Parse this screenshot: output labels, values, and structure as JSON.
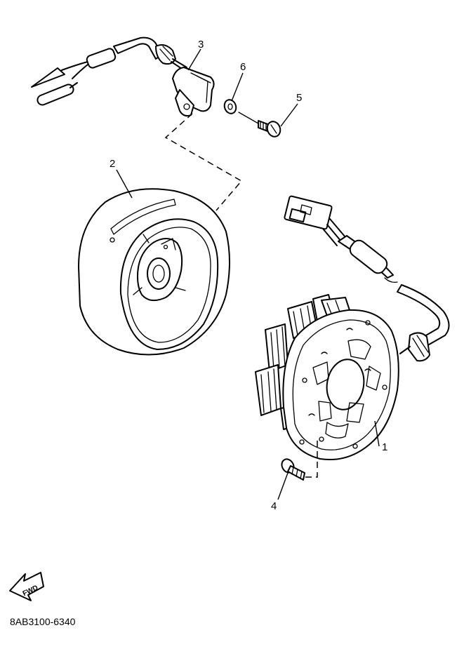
{
  "callouts": [
    {
      "label": "1",
      "part": "stator-assembly"
    },
    {
      "label": "2",
      "part": "rotor-flywheel"
    },
    {
      "label": "3",
      "part": "pickup-coil"
    },
    {
      "label": "4",
      "part": "stator-screw"
    },
    {
      "label": "5",
      "part": "pickup-screw"
    },
    {
      "label": "6",
      "part": "washer"
    }
  ],
  "fwd_label": "FWD",
  "drawing_number": "8AB3100-6340"
}
